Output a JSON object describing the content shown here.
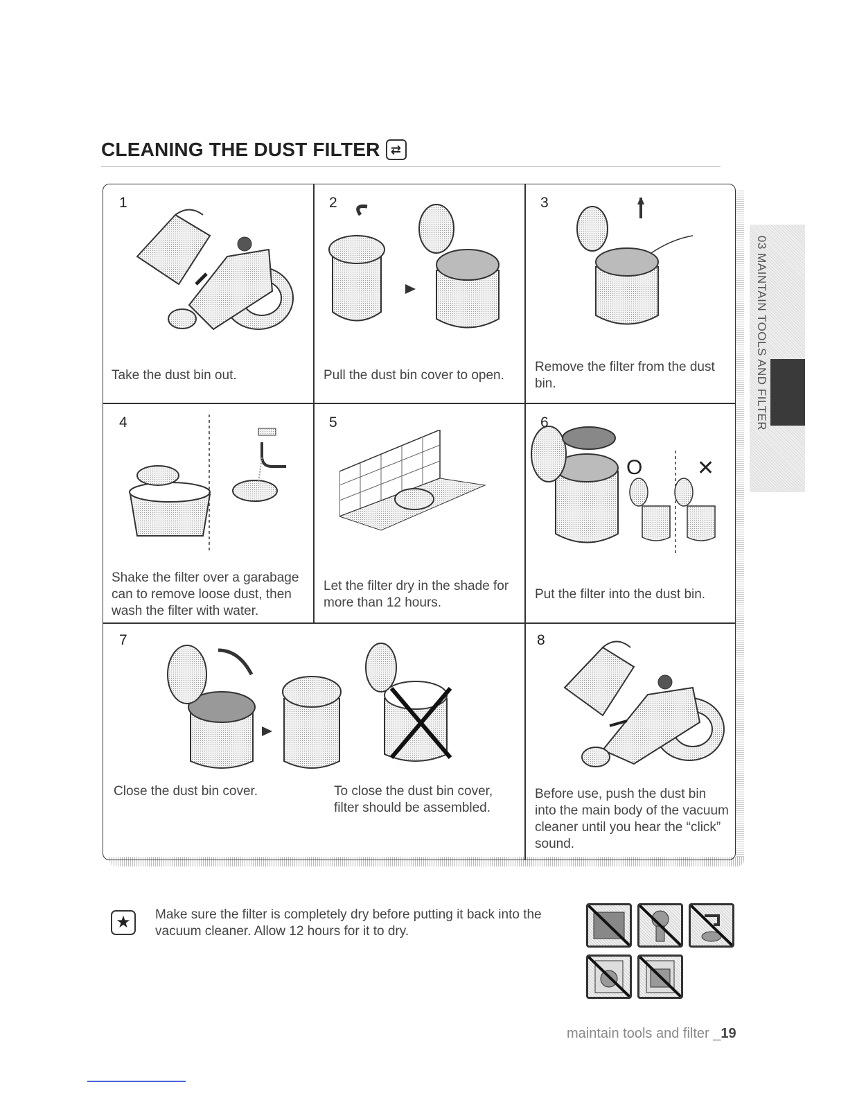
{
  "section": {
    "title": "CLEANING THE DUST FILTER",
    "title_icon": "filter-icon"
  },
  "steps": [
    {
      "number": "1",
      "caption": "Take the dust bin out."
    },
    {
      "number": "2",
      "caption": "Pull the dust bin cover to open."
    },
    {
      "number": "3",
      "caption": "Remove the filter from the dust bin."
    },
    {
      "number": "4",
      "caption": "Shake the filter over a garabage can to remove loose dust, then wash the filter with water."
    },
    {
      "number": "5",
      "caption": "Let the filter dry in the shade for more than 12 hours."
    },
    {
      "number": "6",
      "caption": "Put the filter into the dust bin."
    },
    {
      "number": "7",
      "caption": "Close the dust bin cover.",
      "caption_b": "To close the dust bin cover, filter should be assembled."
    },
    {
      "number": "8",
      "caption": "Before use, push the dust bin into the main body of the vacuum cleaner until you hear the “click” sound."
    }
  ],
  "step6_marks": {
    "correct": "O",
    "wrong": "✕"
  },
  "side_tab": {
    "label": "03 MAINTAIN TOOLS AND FILTER"
  },
  "note": {
    "icon": "note-star-icon",
    "text": "Make sure the filter is completely dry before putting it back into the vacuum cleaner. Allow 12 hours for it to dry."
  },
  "prohibited_icons": [
    "no-sun-icon",
    "no-hairdryer-icon",
    "no-faucet-icon",
    "no-washing-machine-icon",
    "no-dishwasher-icon"
  ],
  "footer": {
    "text": "maintain tools and filter _",
    "page": "19"
  }
}
